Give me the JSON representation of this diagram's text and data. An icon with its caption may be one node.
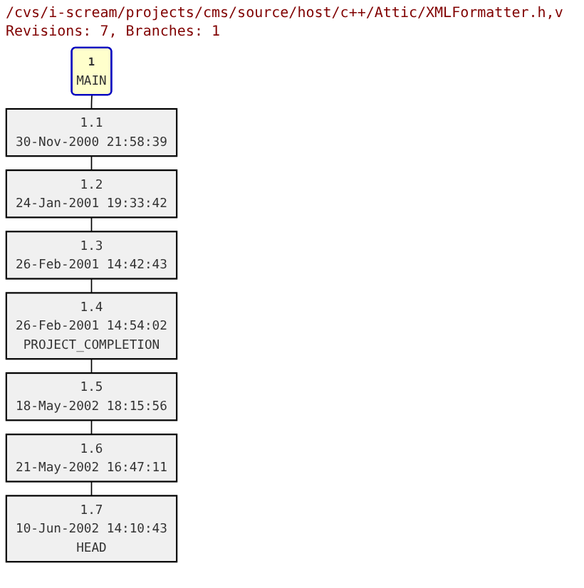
{
  "diagram": {
    "title": "/cvs/i-scream/projects/cms/source/host/c++/Attic/XMLFormatter.h,v",
    "nodes": [
      {
        "text": [
          "1",
          "MAIN"
        ]
      },
      {
        "text": [
          "1.1",
          "30-Nov-2000 21:58:39"
        ]
      },
      {
        "text": [
          "1.2",
          "24-Jan-2001 19:33:42"
        ]
      },
      {
        "text": [
          "1.3",
          "26-Feb-2001 14:42:43"
        ]
      },
      {
        "text": [
          "1.4",
          "26-Feb-2001 14:54:02",
          "PROJECT_COMPLETION"
        ]
      },
      {
        "text": [
          "1.5",
          "18-May-2002 18:15:56"
        ]
      },
      {
        "text": [
          "1.6",
          "21-May-2002 16:47:11"
        ]
      },
      {
        "text": [
          "1.7",
          "10-Jun-2002 14:10:43",
          "HEAD"
        ]
      }
    ],
    "edges": [
      {
        "from": 0,
        "to": 1,
        "arrow": "none"
      },
      {
        "from": 1,
        "to": 2,
        "arrow": "none"
      },
      {
        "from": 2,
        "to": 3,
        "arrow": "none"
      },
      {
        "from": 3,
        "to": 4,
        "arrow": "none"
      },
      {
        "from": 4,
        "to": 5,
        "arrow": "none"
      },
      {
        "from": 5,
        "to": 6,
        "arrow": "none"
      },
      {
        "from": 6,
        "to": 7,
        "arrow": "none"
      }
    ],
    "labels": [
      "Revisions: 7, Branches: 1"
    ]
  }
}
